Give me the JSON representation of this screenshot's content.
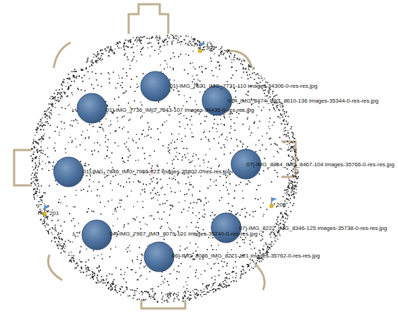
{
  "diagram": {
    "labels": [
      "306",
      "01]-IMG_7621_IMG_7731-110 images-34306-0-res-res.jpg",
      "01]-IMG_7736_IMG_7843-107 images-34436-0-res-res.jpg",
      "074_IMG_8474_IMG_8610-136 images-35344-0-res-res.jpg",
      "07]-IMG_8354_IMG_8467-104 images-35766-0-res-res.jpg",
      "01]-IMG_7846_IMG_7966-121 images-35802-0-res-res.jpg",
      "201",
      "205",
      "07]-IMG_8222_IMG_8346-125 images-35738-0-res-res.jpg",
      "04]-IMG_7967_IMG_8079-101 images-35740-0-res-res.jpg",
      "06]-IMG_8086_IMG_8221-121 images-35762-0-res-res.jpg"
    ]
  }
}
